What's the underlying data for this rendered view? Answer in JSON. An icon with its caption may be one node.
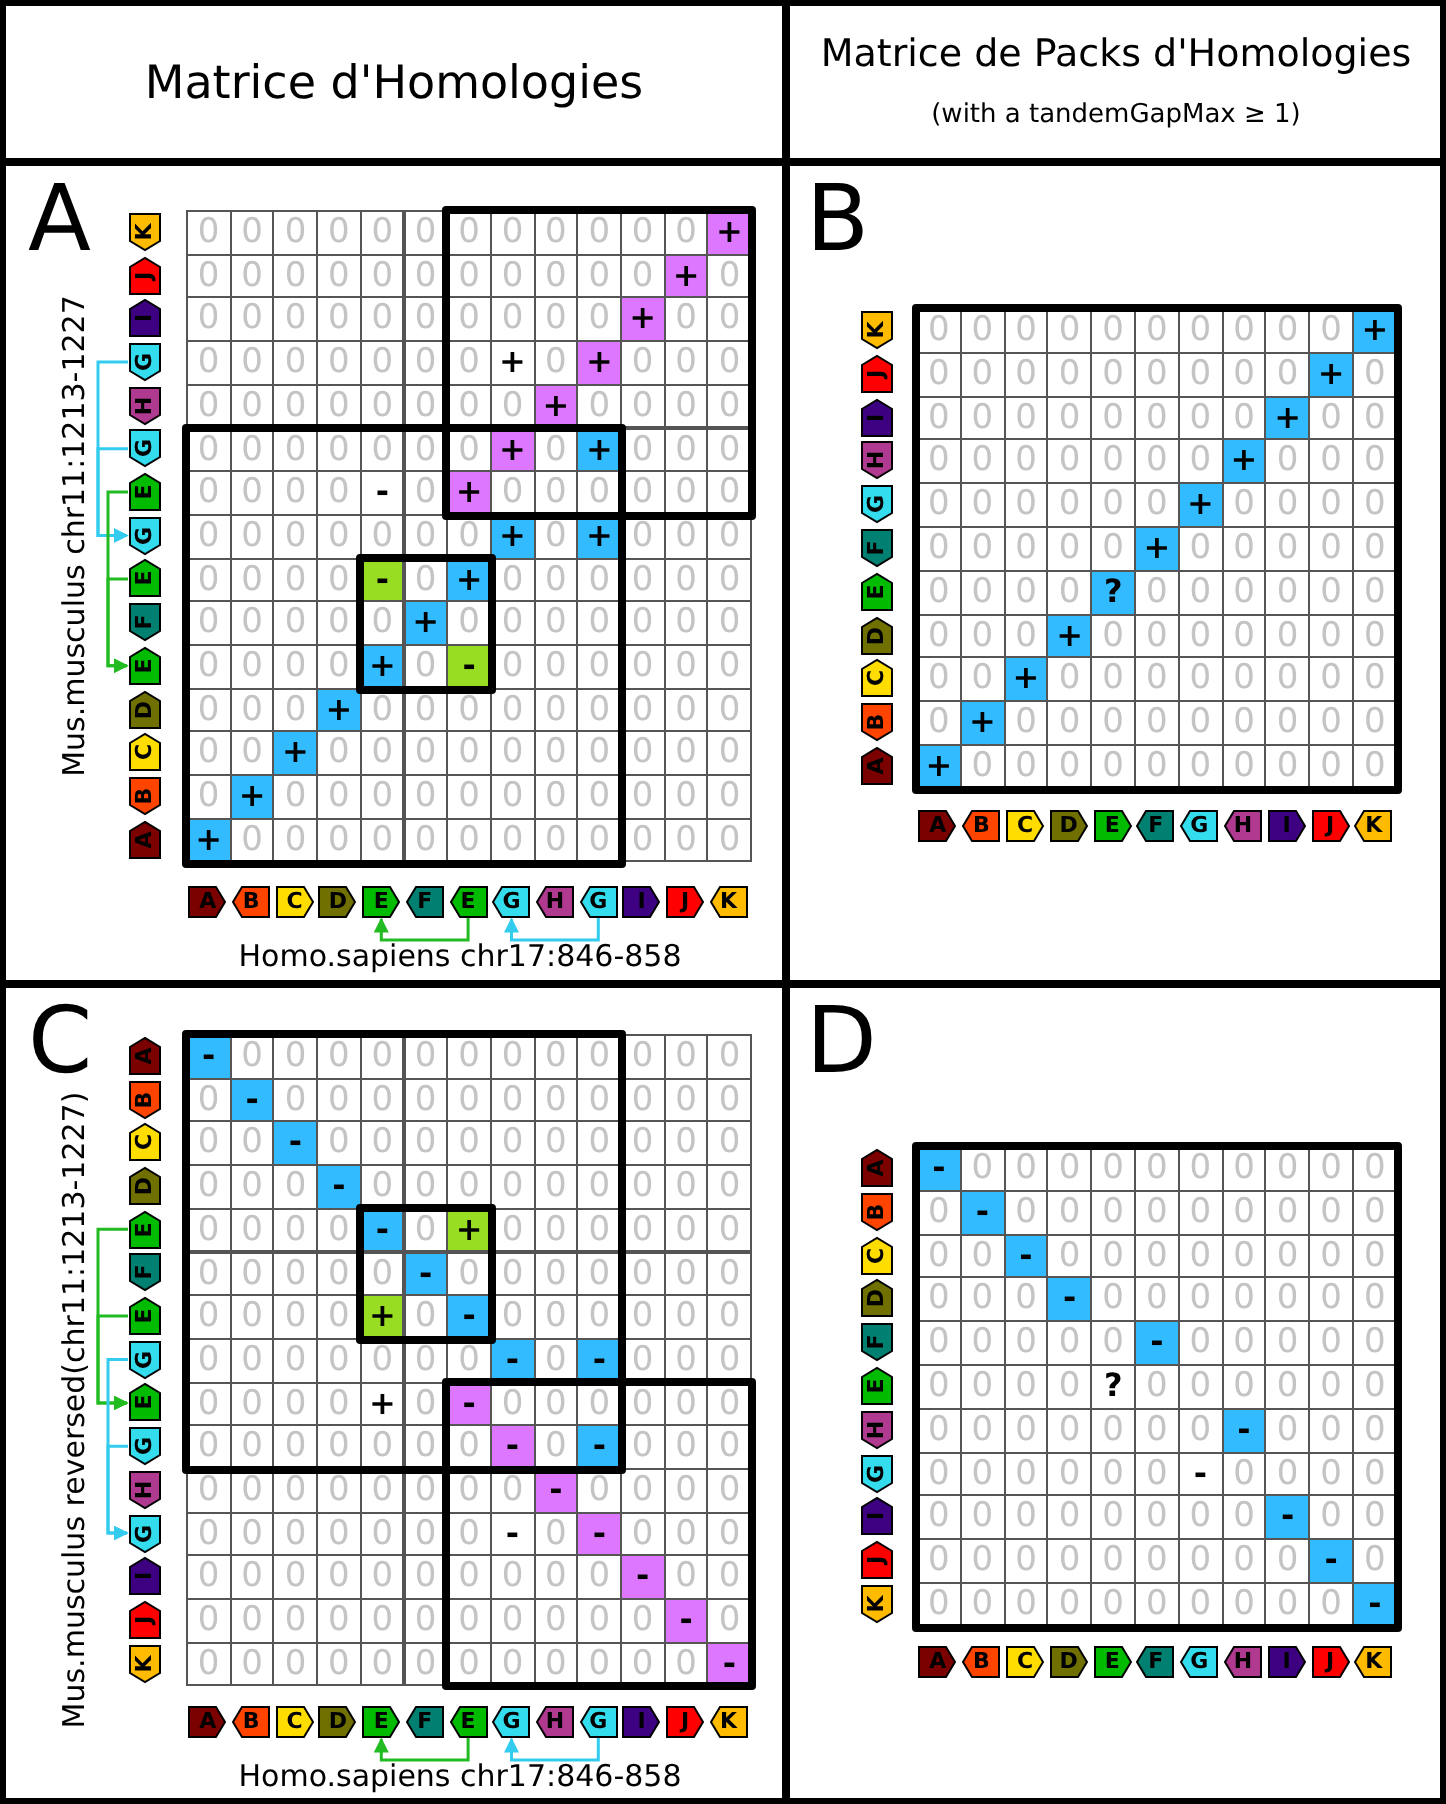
{
  "diagram": {
    "nodes": [
      {
        "text": [
          "K"
        ]
      },
      {
        "text": [
          "J"
        ]
      },
      {
        "text": [
          "I"
        ]
      },
      {
        "text": [
          "G"
        ]
      },
      {
        "text": [
          "H"
        ]
      },
      {
        "text": [
          "G"
        ]
      },
      {
        "text": [
          "E"
        ]
      },
      {
        "text": [
          "G"
        ]
      },
      {
        "text": [
          "E"
        ]
      },
      {
        "text": [
          "F"
        ]
      },
      {
        "text": [
          "E"
        ]
      },
      {
        "text": [
          "D"
        ]
      },
      {
        "text": [
          "C"
        ]
      },
      {
        "text": [
          "B"
        ]
      },
      {
        "text": [
          "A"
        ]
      },
      {
        "text": [
          "A"
        ]
      },
      {
        "text": [
          "B"
        ]
      },
      {
        "text": [
          "C"
        ]
      },
      {
        "text": [
          "D"
        ]
      },
      {
        "text": [
          "E"
        ]
      },
      {
        "text": [
          "F"
        ]
      },
      {
        "text": [
          "E"
        ]
      },
      {
        "text": [
          "G"
        ]
      },
      {
        "text": [
          "H"
        ]
      },
      {
        "text": [
          "G"
        ]
      },
      {
        "text": [
          "I"
        ]
      },
      {
        "text": [
          "J"
        ]
      },
      {
        "text": [
          "K"
        ]
      },
      {
        "text": [
          "K"
        ]
      },
      {
        "text": [
          "J"
        ]
      },
      {
        "text": [
          "I"
        ]
      },
      {
        "text": [
          "H"
        ]
      },
      {
        "text": [
          "G"
        ]
      },
      {
        "text": [
          "F"
        ]
      },
      {
        "text": [
          "E"
        ]
      },
      {
        "text": [
          "D"
        ]
      },
      {
        "text": [
          "C"
        ]
      },
      {
        "text": [
          "B"
        ]
      },
      {
        "text": [
          "A"
        ]
      },
      {
        "text": [
          "A"
        ]
      },
      {
        "text": [
          "B"
        ]
      },
      {
        "text": [
          "C"
        ]
      },
      {
        "text": [
          "D"
        ]
      },
      {
        "text": [
          "E"
        ]
      },
      {
        "text": [
          "F"
        ]
      },
      {
        "text": [
          "G"
        ]
      },
      {
        "text": [
          "H"
        ]
      },
      {
        "text": [
          "I"
        ]
      },
      {
        "text": [
          "J"
        ]
      },
      {
        "text": [
          "K"
        ]
      },
      {
        "text": [
          "A"
        ]
      },
      {
        "text": [
          "B"
        ]
      },
      {
        "text": [
          "C"
        ]
      },
      {
        "text": [
          "D"
        ]
      },
      {
        "text": [
          "E"
        ]
      },
      {
        "text": [
          "F"
        ]
      },
      {
        "text": [
          "E"
        ]
      },
      {
        "text": [
          "G"
        ]
      },
      {
        "text": [
          "E"
        ]
      },
      {
        "text": [
          "G"
        ]
      },
      {
        "text": [
          "H"
        ]
      },
      {
        "text": [
          "G"
        ]
      },
      {
        "text": [
          "I"
        ]
      },
      {
        "text": [
          "J"
        ]
      },
      {
        "text": [
          "K"
        ]
      },
      {
        "text": [
          "A"
        ]
      },
      {
        "text": [
          "B"
        ]
      },
      {
        "text": [
          "C"
        ]
      },
      {
        "text": [
          "D"
        ]
      },
      {
        "text": [
          "E"
        ]
      },
      {
        "text": [
          "F"
        ]
      },
      {
        "text": [
          "E"
        ]
      },
      {
        "text": [
          "G"
        ]
      },
      {
        "text": [
          "H"
        ]
      },
      {
        "text": [
          "G"
        ]
      },
      {
        "text": [
          "I"
        ]
      },
      {
        "text": [
          "J"
        ]
      },
      {
        "text": [
          "K"
        ]
      },
      {
        "text": [
          "A"
        ]
      },
      {
        "text": [
          "B"
        ]
      },
      {
        "text": [
          "C"
        ]
      },
      {
        "text": [
          "D"
        ]
      },
      {
        "text": [
          "F"
        ]
      },
      {
        "text": [
          "E"
        ]
      },
      {
        "text": [
          "H"
        ]
      },
      {
        "text": [
          "G"
        ]
      },
      {
        "text": [
          "I"
        ]
      },
      {
        "text": [
          "J"
        ]
      },
      {
        "text": [
          "K"
        ]
      },
      {
        "text": [
          "A"
        ]
      },
      {
        "text": [
          "B"
        ]
      },
      {
        "text": [
          "C"
        ]
      },
      {
        "text": [
          "D"
        ]
      },
      {
        "text": [
          "E"
        ]
      },
      {
        "text": [
          "F"
        ]
      },
      {
        "text": [
          "G"
        ]
      },
      {
        "text": [
          "H"
        ]
      },
      {
        "text": [
          "I"
        ]
      },
      {
        "text": [
          "J"
        ]
      },
      {
        "text": [
          "K"
        ]
      }
    ],
    "edges": [
      {
        "from": 3,
        "to": 7,
        "arrow": "to",
        "color": "#33ccee"
      },
      {
        "from": 5,
        "to": 7,
        "arrow": "to",
        "color": "#33ccee"
      },
      {
        "from": 6,
        "to": 10,
        "arrow": "to",
        "color": "#22bb22"
      },
      {
        "from": 8,
        "to": 10,
        "arrow": "to",
        "color": "#22bb22"
      },
      {
        "from": 21,
        "to": 19,
        "arrow": "to",
        "color": "#22bb22"
      },
      {
        "from": 24,
        "to": 22,
        "arrow": "to",
        "color": "#33ccee"
      },
      {
        "from": 54,
        "to": 58,
        "arrow": "to",
        "color": "#22bb22"
      },
      {
        "from": 56,
        "to": 58,
        "arrow": "to",
        "color": "#22bb22"
      },
      {
        "from": 57,
        "to": 61,
        "arrow": "to",
        "color": "#33ccee"
      },
      {
        "from": 59,
        "to": 61,
        "arrow": "to",
        "color": "#33ccee"
      },
      {
        "from": 71,
        "to": 69,
        "arrow": "to",
        "color": "#22bb22"
      },
      {
        "from": 74,
        "to": 72,
        "arrow": "to",
        "color": "#33ccee"
      }
    ],
    "labels": [
      "Matrice d'Homologies",
      "Matrice de Packs d'Homologies",
      "(with a tandemGapMax ≥ 1)",
      "A",
      "Mus.musculus chr11:1213-1227",
      "0",
      "0",
      "0",
      "0",
      "0",
      "0",
      "0",
      "0",
      "0",
      "0",
      "0",
      "0",
      "+",
      "0",
      "0",
      "0",
      "0",
      "0",
      "0",
      "0",
      "0",
      "0",
      "0",
      "0",
      "+",
      "0",
      "0",
      "0",
      "0",
      "0",
      "0",
      "0",
      "0",
      "0",
      "0",
      "0",
      "+",
      "0",
      "0",
      "0",
      "0",
      "0",
      "0",
      "0",
      "0",
      "0",
      "+",
      "0",
      "+",
      "0",
      "0",
      "0",
      "0",
      "0",
      "0",
      "0",
      "0",
      "0",
      "0",
      "0",
      "+",
      "0",
      "0",
      "0",
      "0",
      "0",
      "0",
      "0",
      "0",
      "0",
      "0",
      "0",
      "+",
      "0",
      "+",
      "0",
      "0",
      "0",
      "0",
      "0",
      "0",
      "0",
      "-",
      "0",
      "+",
      "0",
      "0",
      "0",
      "0",
      "0",
      "0",
      "0",
      "0",
      "0",
      "0",
      "0",
      "0",
      "0",
      "+",
      "0",
      "+",
      "0",
      "0",
      "0",
      "0",
      "0",
      "0",
      "0",
      "-",
      "0",
      "+",
      "0",
      "0",
      "0",
      "0",
      "0",
      "0",
      "0",
      "0",
      "0",
      "0",
      "0",
      "+",
      "0",
      "0",
      "0",
      "0",
      "0",
      "0",
      "0",
      "0",
      "0",
      "0",
      "0",
      "+",
      "0",
      "-",
      "0",
      "0",
      "0",
      "0",
      "0",
      "0",
      "0",
      "0",
      "0",
      "+",
      "0",
      "0",
      "0",
      "0",
      "0",
      "0",
      "0",
      "0",
      "0",
      "0",
      "0",
      "+",
      "0",
      "0",
      "0",
      "0",
      "0",
      "0",
      "0",
      "0",
      "0",
      "0",
      "0",
      "+",
      "0",
      "0",
      "0",
      "0",
      "0",
      "0",
      "0",
      "0",
      "0",
      "0",
      "0",
      "+",
      "0",
      "0",
      "0",
      "0",
      "0",
      "0",
      "0",
      "0",
      "0",
      "0",
      "0",
      "0",
      "Homo.sapiens chr17:846-858",
      "B",
      "0",
      "0",
      "0",
      "0",
      "0",
      "0",
      "0",
      "0",
      "0",
      "0",
      "+",
      "0",
      "0",
      "0",
      "0",
      "0",
      "0",
      "0",
      "0",
      "0",
      "+",
      "0",
      "0",
      "0",
      "0",
      "0",
      "0",
      "0",
      "0",
      "0",
      "+",
      "0",
      "0",
      "0",
      "0",
      "0",
      "0",
      "0",
      "0",
      "0",
      "+",
      "0",
      "0",
      "0",
      "0",
      "0",
      "0",
      "0",
      "0",
      "0",
      "+",
      "0",
      "0",
      "0",
      "0",
      "0",
      "0",
      "0",
      "0",
      "0",
      "+",
      "0",
      "0",
      "0",
      "0",
      "0",
      "0",
      "0",
      "0",
      "0",
      "?",
      "0",
      "0",
      "0",
      "0",
      "0",
      "0",
      "0",
      "0",
      "0",
      "+",
      "0",
      "0",
      "0",
      "0",
      "0",
      "0",
      "0",
      "0",
      "0",
      "+",
      "0",
      "0",
      "0",
      "0",
      "0",
      "0",
      "0",
      "0",
      "0",
      "+",
      "0",
      "0",
      "0",
      "0",
      "0",
      "0",
      "0",
      "0",
      "0",
      "+",
      "0",
      "0",
      "0",
      "0",
      "0",
      "0",
      "0",
      "0",
      "0",
      "0",
      "C",
      "Mus.musculus reversed(chr11:1213-1227)",
      "-",
      "0",
      "0",
      "0",
      "0",
      "0",
      "0",
      "0",
      "0",
      "0",
      "0",
      "0",
      "0",
      "0",
      "-",
      "0",
      "0",
      "0",
      "0",
      "0",
      "0",
      "0",
      "0",
      "0",
      "0",
      "0",
      "0",
      "0",
      "-",
      "0",
      "0",
      "0",
      "0",
      "0",
      "0",
      "0",
      "0",
      "0",
      "0",
      "0",
      "0",
      "0",
      "-",
      "0",
      "0",
      "0",
      "0",
      "0",
      "0",
      "0",
      "0",
      "0",
      "0",
      "0",
      "0",
      "0",
      "-",
      "0",
      "+",
      "0",
      "0",
      "0",
      "0",
      "0",
      "0",
      "0",
      "0",
      "0",
      "0",
      "0",
      "-",
      "0",
      "0",
      "0",
      "0",
      "0",
      "0",
      "0",
      "0",
      "0",
      "0",
      "0",
      "+",
      "0",
      "-",
      "0",
      "0",
      "0",
      "0",
      "0",
      "0",
      "0",
      "0",
      "0",
      "0",
      "0",
      "0",
      "0",
      "-",
      "0",
      "-",
      "0",
      "0",
      "0",
      "0",
      "0",
      "0",
      "0",
      "+",
      "0",
      "-",
      "0",
      "0",
      "0",
      "0",
      "0",
      "0",
      "0",
      "0",
      "0",
      "0",
      "0",
      "0",
      "0",
      "-",
      "0",
      "-",
      "0",
      "0",
      "0",
      "0",
      "0",
      "0",
      "0",
      "0",
      "0",
      "0",
      "0",
      "-",
      "0",
      "0",
      "0",
      "0",
      "0",
      "0",
      "0",
      "0",
      "0",
      "0",
      "0",
      "-",
      "0",
      "-",
      "0",
      "0",
      "0",
      "0",
      "0",
      "0",
      "0",
      "0",
      "0",
      "0",
      "0",
      "0",
      "0",
      "-",
      "0",
      "0",
      "0",
      "0",
      "0",
      "0",
      "0",
      "0",
      "0",
      "0",
      "0",
      "0",
      "0",
      "-",
      "0",
      "0",
      "0",
      "0",
      "0",
      "0",
      "0",
      "0",
      "0",
      "0",
      "0",
      "0",
      "0",
      "-",
      "Homo.sapiens chr17:846-858",
      "D",
      "-",
      "0",
      "0",
      "0",
      "0",
      "0",
      "0",
      "0",
      "0",
      "0",
      "0",
      "0",
      "-",
      "0",
      "0",
      "0",
      "0",
      "0",
      "0",
      "0",
      "0",
      "0",
      "0",
      "0",
      "-",
      "0",
      "0",
      "0",
      "0",
      "0",
      "0",
      "0",
      "0",
      "0",
      "0",
      "0",
      "-",
      "0",
      "0",
      "0",
      "0",
      "0",
      "0",
      "0",
      "0",
      "0",
      "0",
      "0",
      "0",
      "-",
      "0",
      "0",
      "0",
      "0",
      "0",
      "0",
      "0",
      "0",
      "0",
      "?",
      "0",
      "0",
      "0",
      "0",
      "0",
      "0",
      "0",
      "0",
      "0",
      "0",
      "0",
      "0",
      "0",
      "-",
      "0",
      "0",
      "0",
      "0",
      "0",
      "0",
      "0",
      "0",
      "0",
      "-",
      "0",
      "0",
      "0",
      "0",
      "0",
      "0",
      "0",
      "0",
      "0",
      "0",
      "0",
      "0",
      "-",
      "0",
      "0",
      "0",
      "0",
      "0",
      "0",
      "0",
      "0",
      "0",
      "0",
      "0",
      "-",
      "0",
      "0",
      "0",
      "0",
      "0",
      "0",
      "0",
      "0",
      "0",
      "0",
      "0",
      "-"
    ]
  }
}
